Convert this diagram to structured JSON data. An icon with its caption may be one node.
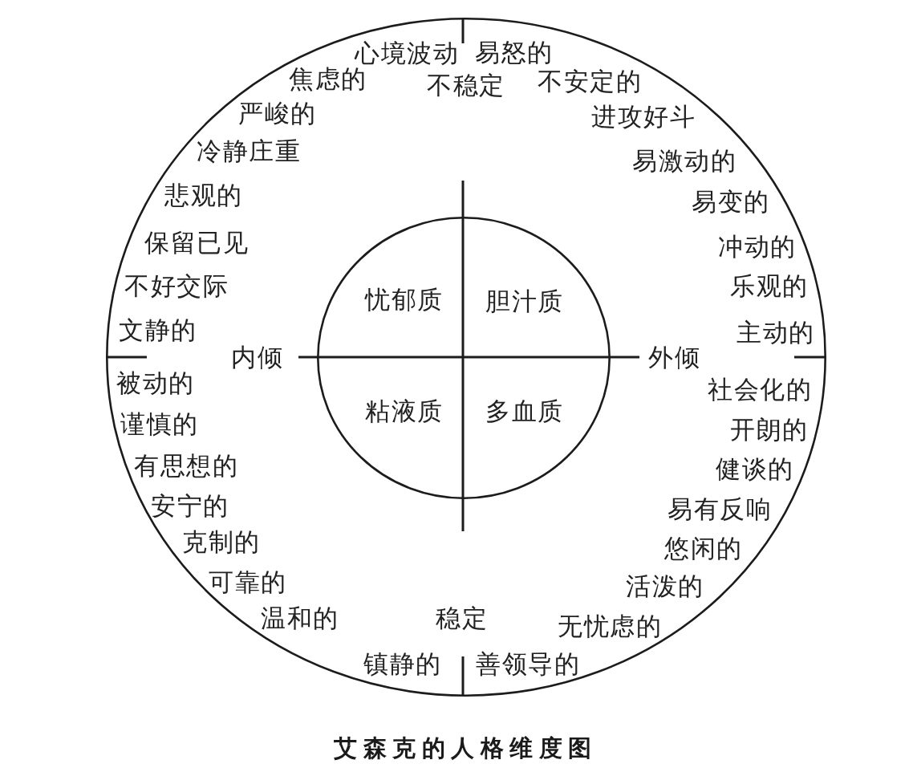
{
  "diagram": {
    "caption": "艾森克的人格维度图",
    "nodes": [
      {
        "text": [
          "心境波动",
          "易怒的",
          "焦虑的",
          "不稳定",
          "不安定的",
          "严峻的",
          "进攻好斗",
          "冷静庄重",
          "易激动的",
          "悲观的",
          "易变的",
          "保留已见",
          "冲动的",
          "不好交际",
          "乐观的",
          "文静的",
          "主动的",
          "内倾",
          "外倾",
          "被动的",
          "社会化的",
          "谨慎的",
          "开朗的",
          "有思想的",
          "健谈的",
          "安宁的",
          "易有反响",
          "克制的",
          "悠闲的",
          "可靠的",
          "活泼的",
          "温和的",
          "稳定",
          "无忧虑的",
          "镇静的",
          "善领导的"
        ]
      },
      {
        "text": [
          "忧郁质",
          "胆汁质",
          "粘液质",
          "多血质"
        ],
        "in": 0
      }
    ]
  }
}
